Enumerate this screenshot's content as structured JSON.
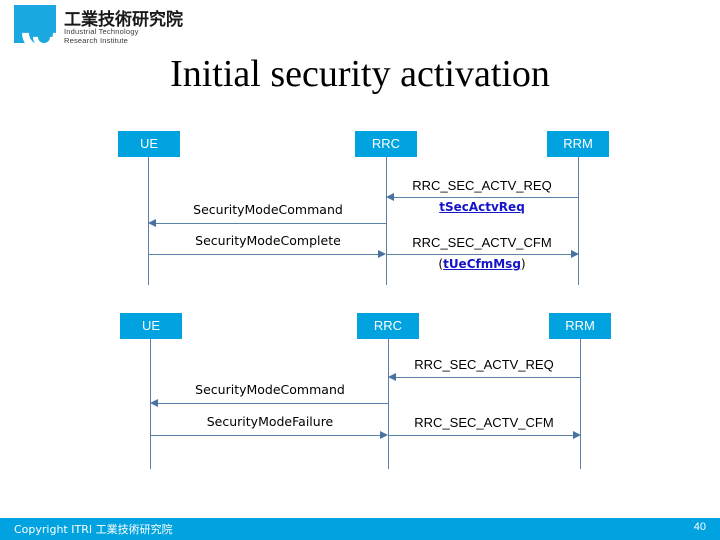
{
  "logo": {
    "chinese_name": "工業技術研究院",
    "english_line1": "Industrial Technology",
    "english_line2": "Research Institute",
    "mark_color": "#1ba7e0"
  },
  "title": "Initial security activation",
  "theme": {
    "accent": "#00a2e0",
    "line": "#5b83a8",
    "link": "#1414c8"
  },
  "diagrams": [
    {
      "id": "success-flow",
      "actors": [
        {
          "label": "UE"
        },
        {
          "label": "RRC"
        },
        {
          "label": "RRM"
        }
      ],
      "messages": [
        {
          "label": "RRC_SEC_ACTV_REQ",
          "sublabel_prefix": "",
          "sublabel_link": "tSecActvReq",
          "sublabel_suffix": "",
          "from": "RRM",
          "to": "RRC",
          "direction": "left"
        },
        {
          "label": "SecurityModeCommand",
          "from": "RRC",
          "to": "UE",
          "direction": "left"
        },
        {
          "label": "SecurityModeComplete",
          "from": "UE",
          "to": "RRC",
          "direction": "right"
        },
        {
          "label": "RRC_SEC_ACTV_CFM",
          "sublabel_prefix": "(",
          "sublabel_link": "tUeCfmMsg",
          "sublabel_suffix": ")",
          "from": "RRC",
          "to": "RRM",
          "direction": "right"
        }
      ]
    },
    {
      "id": "failure-flow",
      "actors": [
        {
          "label": "UE"
        },
        {
          "label": "RRC"
        },
        {
          "label": "RRM"
        }
      ],
      "messages": [
        {
          "label": "RRC_SEC_ACTV_REQ",
          "from": "RRM",
          "to": "RRC",
          "direction": "left"
        },
        {
          "label": "SecurityModeCommand",
          "from": "RRC",
          "to": "UE",
          "direction": "left"
        },
        {
          "label": "SecurityModeFailure",
          "from": "UE",
          "to": "RRC",
          "direction": "right"
        },
        {
          "label": "RRC_SEC_ACTV_CFM",
          "from": "RRC",
          "to": "RRM",
          "direction": "right"
        }
      ]
    }
  ],
  "footer": {
    "copyright": "Copyright ITRI 工業技術研究院",
    "page_number": "40"
  }
}
